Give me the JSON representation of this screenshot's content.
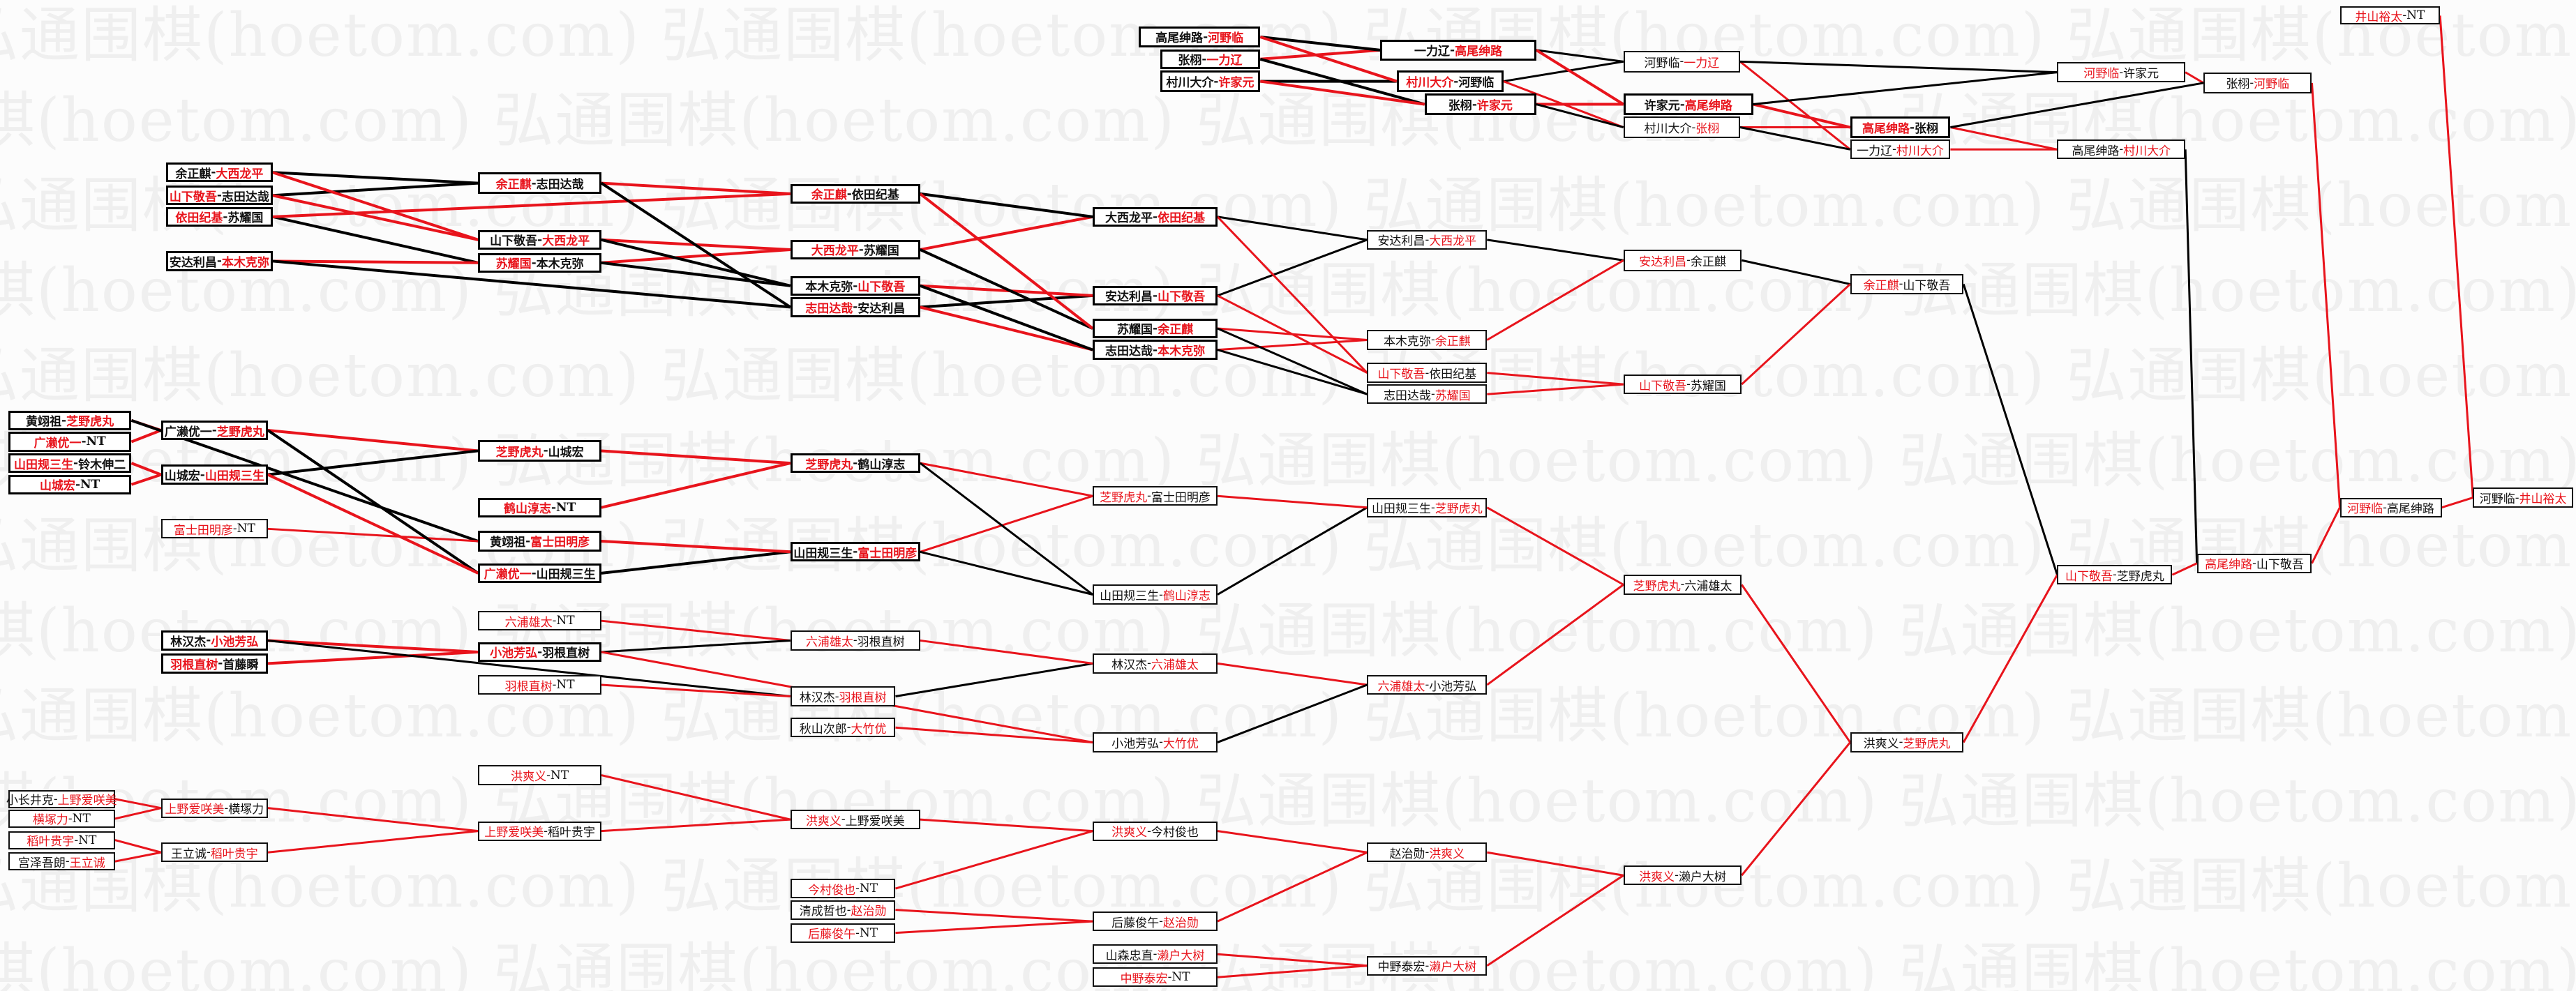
{
  "title": "弘通围棋(hoetom.com)",
  "watermark": "弘通围棋(hoetom.com)",
  "colors": {
    "winner": "#e8141c",
    "loser_line": "#000000",
    "winner_line": "#e8141c"
  },
  "separator": "-",
  "boxes": [
    {
      "id": "A1",
      "p1": "高尾绅路",
      "p2": "河野临",
      "red": 2
    },
    {
      "id": "A2",
      "p1": "张栩",
      "p2": "一力辽",
      "red": 2
    },
    {
      "id": "A3",
      "p1": "村川大介",
      "p2": "许家元",
      "red": 2
    },
    {
      "id": "B1",
      "p1": "一力辽",
      "p2": "高尾绅路",
      "red": 2
    },
    {
      "id": "B2",
      "p1": "村川大介",
      "p2": "河野临",
      "red": 1
    },
    {
      "id": "B3",
      "p1": "张栩",
      "p2": "许家元",
      "red": 2
    },
    {
      "id": "C1",
      "p1": "河野临",
      "p2": "一力辽",
      "red": 2
    },
    {
      "id": "C2",
      "p1": "许家元",
      "p2": "高尾绅路",
      "red": 2
    },
    {
      "id": "C3",
      "p1": "村川大介",
      "p2": "张栩",
      "red": 2
    },
    {
      "id": "D1",
      "p1": "高尾绅路",
      "p2": "张栩",
      "red": 1
    },
    {
      "id": "D2",
      "p1": "一力辽",
      "p2": "村川大介",
      "red": 2
    },
    {
      "id": "E1",
      "p1": "河野临",
      "p2": "许家元",
      "red": 1
    },
    {
      "id": "E2",
      "p1": "高尾绅路",
      "p2": "村川大介",
      "red": 2
    },
    {
      "id": "F1",
      "p1": "张栩",
      "p2": "河野临",
      "red": 2
    },
    {
      "id": "W0",
      "p1": "井山裕太",
      "p2": "NT",
      "red": 1
    },
    {
      "id": "G1",
      "p1": "余正麒",
      "p2": "大西龙平",
      "red": 2
    },
    {
      "id": "G2",
      "p1": "山下敬吾",
      "p2": "志田达哉",
      "red": 1
    },
    {
      "id": "G3",
      "p1": "依田纪基",
      "p2": "苏耀国",
      "red": 1
    },
    {
      "id": "G4",
      "p1": "安达利昌",
      "p2": "本木克弥",
      "red": 2
    },
    {
      "id": "H1",
      "p1": "余正麒",
      "p2": "志田达哉",
      "red": 1
    },
    {
      "id": "H2",
      "p1": "山下敬吾",
      "p2": "大西龙平",
      "red": 2
    },
    {
      "id": "H3",
      "p1": "苏耀国",
      "p2": "本木克弥",
      "red": 1
    },
    {
      "id": "I1",
      "p1": "余正麒",
      "p2": "依田纪基",
      "red": 1
    },
    {
      "id": "I2",
      "p1": "大西龙平",
      "p2": "苏耀国",
      "red": 1
    },
    {
      "id": "I3",
      "p1": "本木克弥",
      "p2": "山下敬吾",
      "red": 2
    },
    {
      "id": "I4",
      "p1": "志田达哉",
      "p2": "安达利昌",
      "red": 1
    },
    {
      "id": "J1",
      "p1": "大西龙平",
      "p2": "依田纪基",
      "red": 2
    },
    {
      "id": "J2",
      "p1": "安达利昌",
      "p2": "山下敬吾",
      "red": 2
    },
    {
      "id": "J3",
      "p1": "苏耀国",
      "p2": "余正麒",
      "red": 2
    },
    {
      "id": "J4",
      "p1": "志田达哉",
      "p2": "本木克弥",
      "red": 2
    },
    {
      "id": "K1",
      "p1": "安达利昌",
      "p2": "大西龙平",
      "red": 2
    },
    {
      "id": "K2",
      "p1": "本木克弥",
      "p2": "余正麒",
      "red": 2
    },
    {
      "id": "K3",
      "p1": "山下敬吾",
      "p2": "依田纪基",
      "red": 1
    },
    {
      "id": "K4",
      "p1": "志田达哉",
      "p2": "苏耀国",
      "red": 2
    },
    {
      "id": "L1",
      "p1": "安达利昌",
      "p2": "余正麒",
      "red": 1
    },
    {
      "id": "L2",
      "p1": "山下敬吾",
      "p2": "苏耀国",
      "red": 1
    },
    {
      "id": "M1",
      "p1": "余正麒",
      "p2": "山下敬吾",
      "red": 1
    },
    {
      "id": "N1",
      "p1": "黄翊祖",
      "p2": "芝野虎丸",
      "red": 2
    },
    {
      "id": "N2",
      "p1": "广濑优一",
      "p2": "NT",
      "red": 1
    },
    {
      "id": "N3",
      "p1": "山田规三生",
      "p2": "铃木伸二",
      "red": 1
    },
    {
      "id": "N4",
      "p1": "山城宏",
      "p2": "NT",
      "red": 1
    },
    {
      "id": "O1",
      "p1": "广濑优一",
      "p2": "芝野虎丸",
      "red": 2
    },
    {
      "id": "O2",
      "p1": "山城宏",
      "p2": "山田规三生",
      "red": 2
    },
    {
      "id": "O3",
      "p1": "富士田明彦",
      "p2": "NT",
      "red": 1
    },
    {
      "id": "P1",
      "p1": "芝野虎丸",
      "p2": "山城宏",
      "red": 1
    },
    {
      "id": "P2",
      "p1": "鹤山淳志",
      "p2": "NT",
      "red": 1
    },
    {
      "id": "P3",
      "p1": "黄翊祖",
      "p2": "富士田明彦",
      "red": 2
    },
    {
      "id": "P4",
      "p1": "广濑优一",
      "p2": "山田规三生",
      "red": 1
    },
    {
      "id": "Q1",
      "p1": "芝野虎丸",
      "p2": "鹤山淳志",
      "red": 1
    },
    {
      "id": "Q2",
      "p1": "山田规三生",
      "p2": "富士田明彦",
      "red": 2
    },
    {
      "id": "R1",
      "p1": "芝野虎丸",
      "p2": "富士田明彦",
      "red": 1
    },
    {
      "id": "R2",
      "p1": "山田规三生",
      "p2": "鹤山淳志",
      "red": 2
    },
    {
      "id": "S1",
      "p1": "山田规三生",
      "p2": "芝野虎丸",
      "red": 2
    },
    {
      "id": "T1",
      "p1": "芝野虎丸",
      "p2": "六浦雄太",
      "red": 1
    },
    {
      "id": "U1",
      "p1": "林汉杰",
      "p2": "小池芳弘",
      "red": 2
    },
    {
      "id": "U2",
      "p1": "羽根直树",
      "p2": "首藤瞬",
      "red": 1
    },
    {
      "id": "V1",
      "p1": "六浦雄太",
      "p2": "NT",
      "red": 1
    },
    {
      "id": "V2",
      "p1": "小池芳弘",
      "p2": "羽根直树",
      "red": 1
    },
    {
      "id": "V3",
      "p1": "羽根直树",
      "p2": "NT",
      "red": 1
    },
    {
      "id": "W1",
      "p1": "六浦雄太",
      "p2": "羽根直树",
      "red": 1
    },
    {
      "id": "W2",
      "p1": "林汉杰",
      "p2": "羽根直树",
      "red": 2
    },
    {
      "id": "W3",
      "p1": "秋山次郎",
      "p2": "大竹优",
      "red": 2
    },
    {
      "id": "X1",
      "p1": "林汉杰",
      "p2": "六浦雄太",
      "red": 2
    },
    {
      "id": "X2",
      "p1": "小池芳弘",
      "p2": "大竹优",
      "red": 2
    },
    {
      "id": "Y1",
      "p1": "六浦雄太",
      "p2": "小池芳弘",
      "red": 1
    },
    {
      "id": "Z1",
      "p1": "小长井克",
      "p2": "上野爱咲美",
      "red": 2
    },
    {
      "id": "Z2",
      "p1": "横塚力",
      "p2": "NT",
      "red": 1
    },
    {
      "id": "Z3",
      "p1": "稻叶贵宇",
      "p2": "NT",
      "red": 1
    },
    {
      "id": "Z4",
      "p1": "宫泽吾朗",
      "p2": "王立诚",
      "red": 2
    },
    {
      "id": "a1",
      "p1": "上野爱咲美",
      "p2": "横塚力",
      "red": 1
    },
    {
      "id": "a2",
      "p1": "王立诚",
      "p2": "稻叶贵宇",
      "red": 2
    },
    {
      "id": "b0",
      "p1": "洪爽义",
      "p2": "NT",
      "red": 1
    },
    {
      "id": "b1",
      "p1": "上野爱咲美",
      "p2": "稻叶贵宇",
      "red": 1
    },
    {
      "id": "c1",
      "p1": "洪爽义",
      "p2": "上野爱咲美",
      "red": 1
    },
    {
      "id": "c2",
      "p1": "今村俊也",
      "p2": "NT",
      "red": 1
    },
    {
      "id": "c3",
      "p1": "清成哲也",
      "p2": "赵治勋",
      "red": 2
    },
    {
      "id": "c4",
      "p1": "后藤俊午",
      "p2": "NT",
      "red": 1
    },
    {
      "id": "d1",
      "p1": "洪爽义",
      "p2": "今村俊也",
      "red": 1
    },
    {
      "id": "d2",
      "p1": "后藤俊午",
      "p2": "赵治勋",
      "red": 2
    },
    {
      "id": "d3",
      "p1": "山森忠直",
      "p2": "濑户大树",
      "red": 2
    },
    {
      "id": "d4",
      "p1": "中野泰宏",
      "p2": "NT",
      "red": 1
    },
    {
      "id": "e1",
      "p1": "赵治勋",
      "p2": "洪爽义",
      "red": 2
    },
    {
      "id": "e2",
      "p1": "中野泰宏",
      "p2": "濑户大树",
      "red": 2
    },
    {
      "id": "f1",
      "p1": "洪爽义",
      "p2": "濑户大树",
      "red": 1
    },
    {
      "id": "g1",
      "p1": "洪爽义",
      "p2": "芝野虎丸",
      "red": 2
    },
    {
      "id": "h1",
      "p1": "山下敬吾",
      "p2": "芝野虎丸",
      "red": 1
    },
    {
      "id": "i1",
      "p1": "高尾绅路",
      "p2": "山下敬吾",
      "red": 1
    },
    {
      "id": "j1",
      "p1": "河野临",
      "p2": "高尾绅路",
      "red": 1
    },
    {
      "id": "k1",
      "p1": "河野临",
      "p2": "井山裕太",
      "red": 2
    }
  ],
  "edges": [
    [
      "A2",
      "B1"
    ],
    [
      "A1",
      "B1"
    ],
    [
      "A3",
      "B2"
    ],
    [
      "A1",
      "B2"
    ],
    [
      "A2",
      "B3"
    ],
    [
      "A3",
      "B3"
    ],
    [
      "B2",
      "C1"
    ],
    [
      "B1",
      "C1"
    ],
    [
      "B3",
      "C2"
    ],
    [
      "B1",
      "C2"
    ],
    [
      "B2",
      "C3"
    ],
    [
      "B3",
      "C3"
    ],
    [
      "C2",
      "D1"
    ],
    [
      "C3",
      "D1"
    ],
    [
      "C1",
      "D2"
    ],
    [
      "C3",
      "D2"
    ],
    [
      "C1",
      "E1"
    ],
    [
      "C2",
      "E1"
    ],
    [
      "D1",
      "E2"
    ],
    [
      "D2",
      "E2"
    ],
    [
      "E1",
      "F1"
    ],
    [
      "D1",
      "F1"
    ],
    [
      "F1",
      "j1"
    ],
    [
      "i1",
      "j1"
    ],
    [
      "E2",
      "i1"
    ],
    [
      "h1",
      "i1"
    ],
    [
      "j1",
      "k1"
    ],
    [
      "W0",
      "k1"
    ],
    [
      "G1",
      "H1"
    ],
    [
      "G2",
      "H1"
    ],
    [
      "G2",
      "H2"
    ],
    [
      "G1",
      "H2"
    ],
    [
      "G3",
      "H3"
    ],
    [
      "G4",
      "H3"
    ],
    [
      "H1",
      "I1"
    ],
    [
      "G3",
      "I1"
    ],
    [
      "H2",
      "I2"
    ],
    [
      "H3",
      "I2"
    ],
    [
      "H3",
      "I3"
    ],
    [
      "H2",
      "I3"
    ],
    [
      "H1",
      "I4"
    ],
    [
      "G4",
      "I4"
    ],
    [
      "I2",
      "J1"
    ],
    [
      "I1",
      "J1"
    ],
    [
      "I4",
      "J2"
    ],
    [
      "I3",
      "J2"
    ],
    [
      "I2",
      "J3"
    ],
    [
      "I1",
      "J3"
    ],
    [
      "I4",
      "J4"
    ],
    [
      "I3",
      "J4"
    ],
    [
      "J2",
      "K1"
    ],
    [
      "J1",
      "K1"
    ],
    [
      "J4",
      "K2"
    ],
    [
      "J3",
      "K2"
    ],
    [
      "J2",
      "K3"
    ],
    [
      "J1",
      "K3"
    ],
    [
      "J4",
      "K4"
    ],
    [
      "J3",
      "K4"
    ],
    [
      "K1",
      "L1"
    ],
    [
      "K2",
      "L1"
    ],
    [
      "K3",
      "L2"
    ],
    [
      "K4",
      "L2"
    ],
    [
      "L1",
      "M1"
    ],
    [
      "L2",
      "M1"
    ],
    [
      "M1",
      "h1"
    ],
    [
      "g1",
      "h1"
    ],
    [
      "N2",
      "O1"
    ],
    [
      "N1",
      "O1"
    ],
    [
      "N4",
      "O2"
    ],
    [
      "N3",
      "O2"
    ],
    [
      "O1",
      "P1"
    ],
    [
      "O2",
      "P1"
    ],
    [
      "N1",
      "P3"
    ],
    [
      "O3",
      "P3"
    ],
    [
      "O1",
      "P4"
    ],
    [
      "O2",
      "P4"
    ],
    [
      "P1",
      "Q1"
    ],
    [
      "P2",
      "Q1"
    ],
    [
      "P4",
      "Q2"
    ],
    [
      "P3",
      "Q2"
    ],
    [
      "Q1",
      "R1"
    ],
    [
      "Q2",
      "R1"
    ],
    [
      "Q2",
      "R2"
    ],
    [
      "Q1",
      "R2"
    ],
    [
      "R2",
      "S1"
    ],
    [
      "R1",
      "S1"
    ],
    [
      "S1",
      "T1"
    ],
    [
      "Y1",
      "T1"
    ],
    [
      "f1",
      "g1"
    ],
    [
      "T1",
      "g1"
    ],
    [
      "U1",
      "V2"
    ],
    [
      "U2",
      "V2"
    ],
    [
      "V1",
      "W1"
    ],
    [
      "V2",
      "W1"
    ],
    [
      "U1",
      "W2"
    ],
    [
      "V3",
      "W2"
    ],
    [
      "W2",
      "X1"
    ],
    [
      "W1",
      "X1"
    ],
    [
      "V2",
      "X2"
    ],
    [
      "W3",
      "X2"
    ],
    [
      "X1",
      "Y1"
    ],
    [
      "X2",
      "Y1"
    ],
    [
      "Z1",
      "a1"
    ],
    [
      "Z2",
      "a1"
    ],
    [
      "Z4",
      "a2"
    ],
    [
      "Z3",
      "a2"
    ],
    [
      "a1",
      "b1"
    ],
    [
      "a2",
      "b1"
    ],
    [
      "b0",
      "c1"
    ],
    [
      "b1",
      "c1"
    ],
    [
      "c1",
      "d1"
    ],
    [
      "c2",
      "d1"
    ],
    [
      "c3",
      "d2"
    ],
    [
      "c4",
      "d2"
    ],
    [
      "d2",
      "e1"
    ],
    [
      "d1",
      "e1"
    ],
    [
      "d3",
      "e2"
    ],
    [
      "d4",
      "e2"
    ],
    [
      "e1",
      "f1"
    ],
    [
      "e2",
      "f1"
    ]
  ]
}
